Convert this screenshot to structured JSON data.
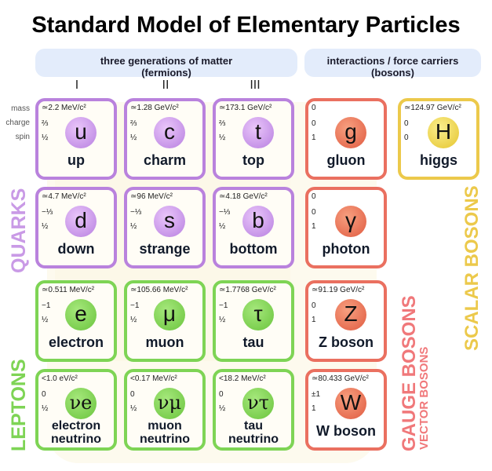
{
  "title": "Standard Model of Elementary Particles",
  "groups": {
    "fermions": {
      "line1": "three generations of matter",
      "line2": "(fermions)"
    },
    "bosons": {
      "line1": "interactions / force carriers",
      "line2": "(bosons)"
    }
  },
  "generations": [
    "I",
    "II",
    "III"
  ],
  "row_labels": {
    "mass": "mass",
    "charge": "charge",
    "spin": "spin"
  },
  "categories": {
    "quarks": "QUARKS",
    "leptons": "LEPTONS",
    "gauge": "GAUGE BOSONS",
    "vector": "VECTOR BOSONS",
    "scalar": "SCALAR BOSONS"
  },
  "colors": {
    "quark": "#b982dd",
    "lepton": "#7ed455",
    "gauge": "#ea7060",
    "scalar": "#ecc94b"
  },
  "particles": {
    "up": {
      "mass": "≃2.2 MeV/c²",
      "charge": "⅔",
      "spin": "½",
      "symbol": "u",
      "name": "up"
    },
    "charm": {
      "mass": "≃1.28 GeV/c²",
      "charge": "⅔",
      "spin": "½",
      "symbol": "c",
      "name": "charm"
    },
    "top": {
      "mass": "≃173.1 GeV/c²",
      "charge": "⅔",
      "spin": "½",
      "symbol": "t",
      "name": "top"
    },
    "down": {
      "mass": "≃4.7 MeV/c²",
      "charge": "−⅓",
      "spin": "½",
      "symbol": "d",
      "name": "down"
    },
    "strange": {
      "mass": "≃96 MeV/c²",
      "charge": "−⅓",
      "spin": "½",
      "symbol": "s",
      "name": "strange"
    },
    "bottom": {
      "mass": "≃4.18 GeV/c²",
      "charge": "−⅓",
      "spin": "½",
      "symbol": "b",
      "name": "bottom"
    },
    "electron": {
      "mass": "≃0.511 MeV/c²",
      "charge": "−1",
      "spin": "½",
      "symbol": "e",
      "name": "electron"
    },
    "muon": {
      "mass": "≃105.66 MeV/c²",
      "charge": "−1",
      "spin": "½",
      "symbol": "μ",
      "name": "muon"
    },
    "tau": {
      "mass": "≃1.7768 GeV/c²",
      "charge": "−1",
      "spin": "½",
      "symbol": "τ",
      "name": "tau"
    },
    "electron_neutrino": {
      "mass": "<1.0 eV/c²",
      "charge": "0",
      "spin": "½",
      "symbol": "νe",
      "name1": "electron",
      "name2": "neutrino"
    },
    "muon_neutrino": {
      "mass": "<0.17 MeV/c²",
      "charge": "0",
      "spin": "½",
      "symbol": "νμ",
      "name1": "muon",
      "name2": "neutrino"
    },
    "tau_neutrino": {
      "mass": "<18.2 MeV/c²",
      "charge": "0",
      "spin": "½",
      "symbol": "ντ",
      "name1": "tau",
      "name2": "neutrino"
    },
    "gluon": {
      "mass": "0",
      "charge": "0",
      "spin": "1",
      "symbol": "g",
      "name": "gluon"
    },
    "photon": {
      "mass": "0",
      "charge": "0",
      "spin": "1",
      "symbol": "γ",
      "name": "photon"
    },
    "z_boson": {
      "mass": "≃91.19 GeV/c²",
      "charge": "0",
      "spin": "1",
      "symbol": "Z",
      "name": "Z boson"
    },
    "w_boson": {
      "mass": "≃80.433 GeV/c²",
      "charge": "±1",
      "spin": "1",
      "symbol": "W",
      "name": "W boson"
    },
    "higgs": {
      "mass": "≃124.97 GeV/c²",
      "charge": "0",
      "spin": "0",
      "symbol": "H",
      "name": "higgs"
    }
  }
}
